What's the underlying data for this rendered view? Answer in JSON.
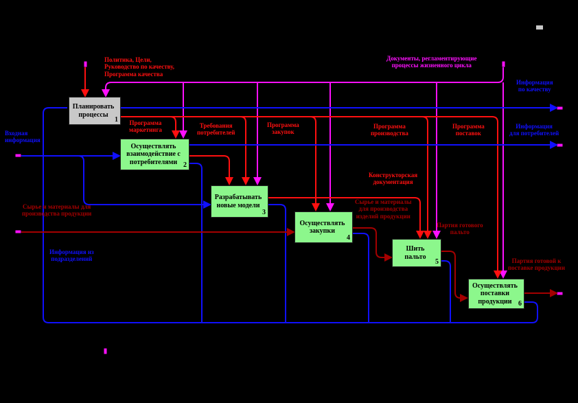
{
  "boxes": [
    {
      "id": "b1",
      "text": "Планировать процессы",
      "num": "1",
      "style": "gray"
    },
    {
      "id": "b2",
      "text": "Осуществлять взаимодействие с потребителями",
      "num": "2",
      "style": "green"
    },
    {
      "id": "b3",
      "text": "Разрабатывать новые модели",
      "num": "3",
      "style": "green"
    },
    {
      "id": "b4",
      "text": "Осуществлять закупки",
      "num": "4",
      "style": "green"
    },
    {
      "id": "b5",
      "text": "Шить пальто",
      "num": "5",
      "style": "green"
    },
    {
      "id": "b6",
      "text": "Осуществлять поставки продукции",
      "num": "6",
      "style": "green"
    }
  ],
  "labels": {
    "policy": "Политика, Цели,\nРуководство по качеству,\nПрограмма качества",
    "docs": "Документы, регламентирующие\nпроцессы жизненного цикла",
    "info_quality": "Информация\nпо качеству",
    "info_consumers": "Информация\nдля потребителей",
    "input_info": "Входная\nинформация",
    "prog_marketing": "Программа\nмаркетинга",
    "req_consumers": "Требования\nпотребителей",
    "prog_purchases": "Программа\nзакупок",
    "prog_production": "Программа\nпроизводства",
    "prog_deliveries": "Программа\nпоставок",
    "design_docs": "Конструкторская\nдокументация",
    "raw_materials_input": "Сырье и материалы для\nпроизводства продукции",
    "raw_materials_out": "Сырье и материалы\nдля производства\nизделий продукции",
    "ready_coat": "Партия готового\nпальто",
    "ready_delivery": "Партия готовой к\nпоставке продукции",
    "info_departments": "Информация из\nподразделений"
  },
  "colors": {
    "red": "#ff1010",
    "dark_red": "#a40000",
    "blue": "#1010ff",
    "magenta": "#ff10ff",
    "box_gray": "#c8c8c8",
    "box_green": "#8cf78c"
  }
}
